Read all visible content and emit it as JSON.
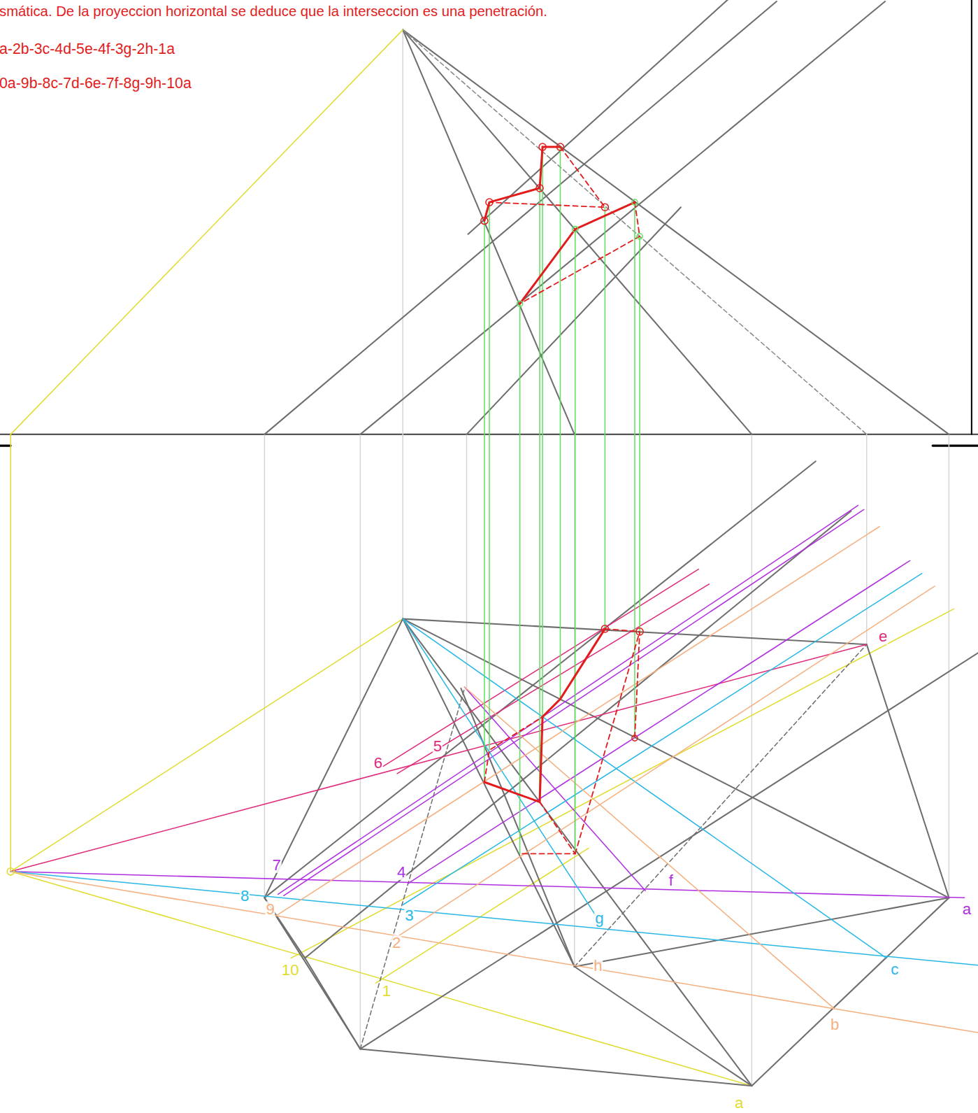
{
  "diagram": {
    "labels": [
      "smática. De la proyeccion horizontal se deduce que la interseccion es una penetración.",
      "a-2b-3c-4d-5e-4f-3g-2h-1a",
      "0a-9b-8c-7d-6e-7f-8g-9h-10a",
      "e",
      "6",
      "5",
      "7",
      "4",
      "8",
      "f",
      "a",
      "9",
      "3",
      "g",
      "2",
      "h",
      "c",
      "10",
      "1",
      "b",
      "a"
    ]
  }
}
